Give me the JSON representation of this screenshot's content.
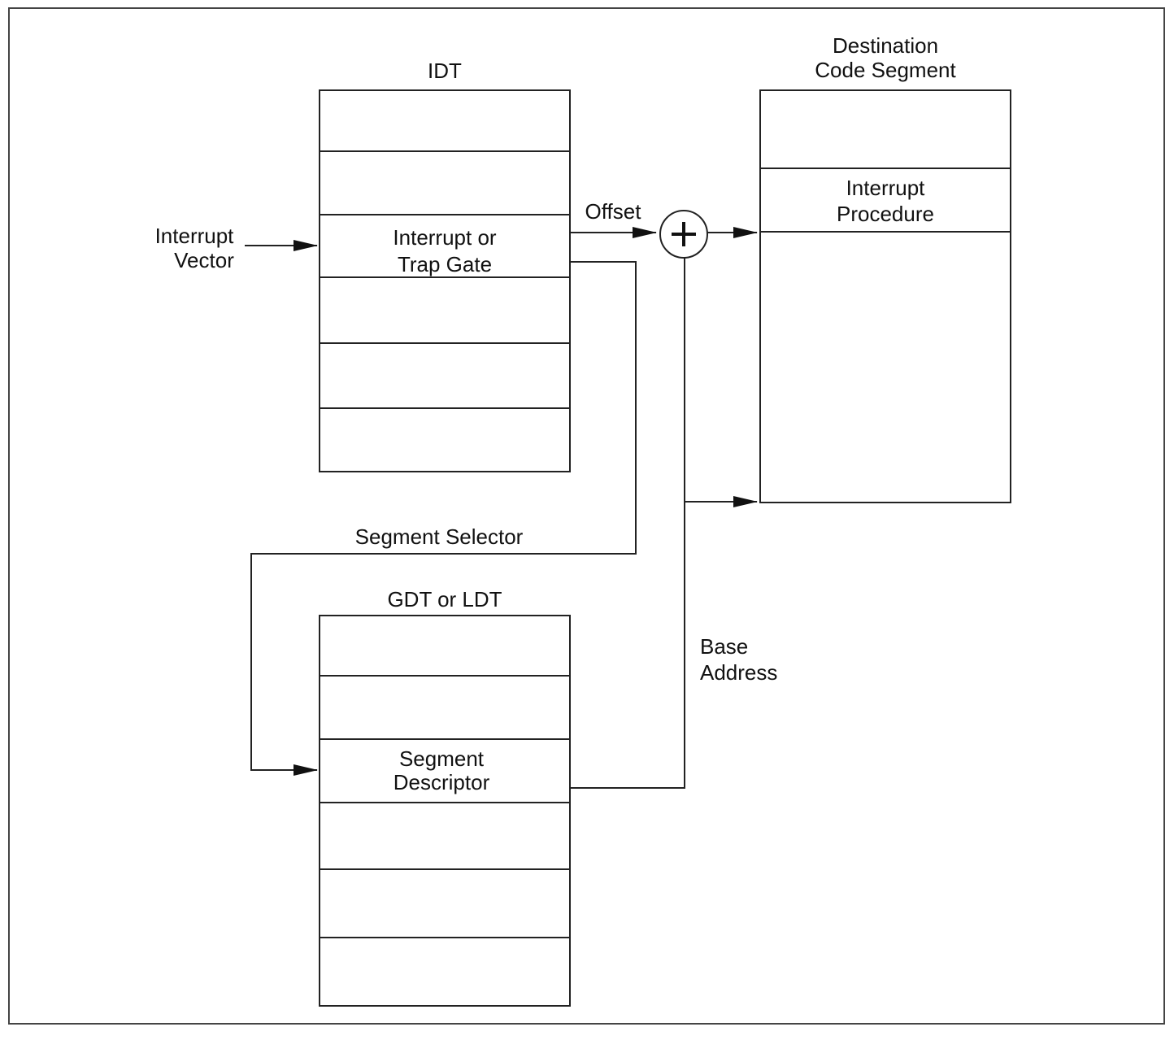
{
  "idt": {
    "title": "IDT",
    "gate_label": [
      "Interrupt or",
      "Trap Gate"
    ]
  },
  "dest": {
    "title": [
      "Destination",
      "Code Segment"
    ],
    "procedure_label": [
      "Interrupt",
      "Procedure"
    ]
  },
  "gdt": {
    "title": "GDT or LDT",
    "descriptor_label": [
      "Segment",
      "Descriptor"
    ]
  },
  "labels": {
    "interrupt_vector": [
      "Interrupt",
      "Vector"
    ],
    "offset": "Offset",
    "segment_selector": "Segment Selector",
    "base_address": [
      "Base",
      "Address"
    ]
  }
}
